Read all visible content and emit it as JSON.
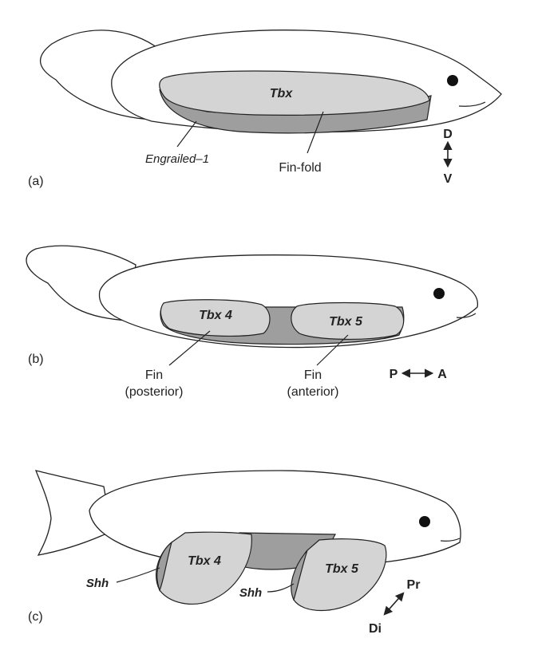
{
  "panels": [
    {
      "tag": "(a)",
      "labels": {
        "tbx": "Tbx",
        "engrailed": "Engrailed–1",
        "fin_fold": "Fin-fold"
      },
      "axis": {
        "top": "D",
        "bottom": "V"
      }
    },
    {
      "tag": "(b)",
      "labels": {
        "tbx4": "Tbx 4",
        "tbx5": "Tbx 5",
        "fin_post_1": "Fin",
        "fin_post_2": "(posterior)",
        "fin_ant_1": "Fin",
        "fin_ant_2": "(anterior)"
      },
      "axis": {
        "left": "P",
        "right": "A"
      }
    },
    {
      "tag": "(c)",
      "labels": {
        "tbx4": "Tbx 4",
        "tbx5": "Tbx 5",
        "shh1": "Shh",
        "shh2": "Shh"
      },
      "axis": {
        "top": "Pr",
        "bottom": "Di"
      }
    }
  ]
}
